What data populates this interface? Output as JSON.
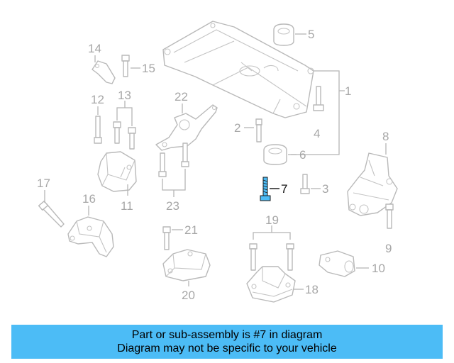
{
  "diagram": {
    "highlight_color": "#4cbcf6",
    "callouts": {
      "c1": "1",
      "c2": "2",
      "c3": "3",
      "c4": "4",
      "c5": "5",
      "c6": "6",
      "c7": "7",
      "c8": "8",
      "c9": "9",
      "c10": "10",
      "c11": "11",
      "c12": "12",
      "c13": "13",
      "c14": "14",
      "c15": "15",
      "c16": "16",
      "c17": "17",
      "c18": "18",
      "c19": "19",
      "c20": "20",
      "c21": "21",
      "c22": "22",
      "c23": "23"
    }
  },
  "banner": {
    "line1": "Part or sub-assembly is #7 in diagram",
    "line2": "Diagram may not be specific to your vehicle",
    "color": "#4cbcf6"
  }
}
